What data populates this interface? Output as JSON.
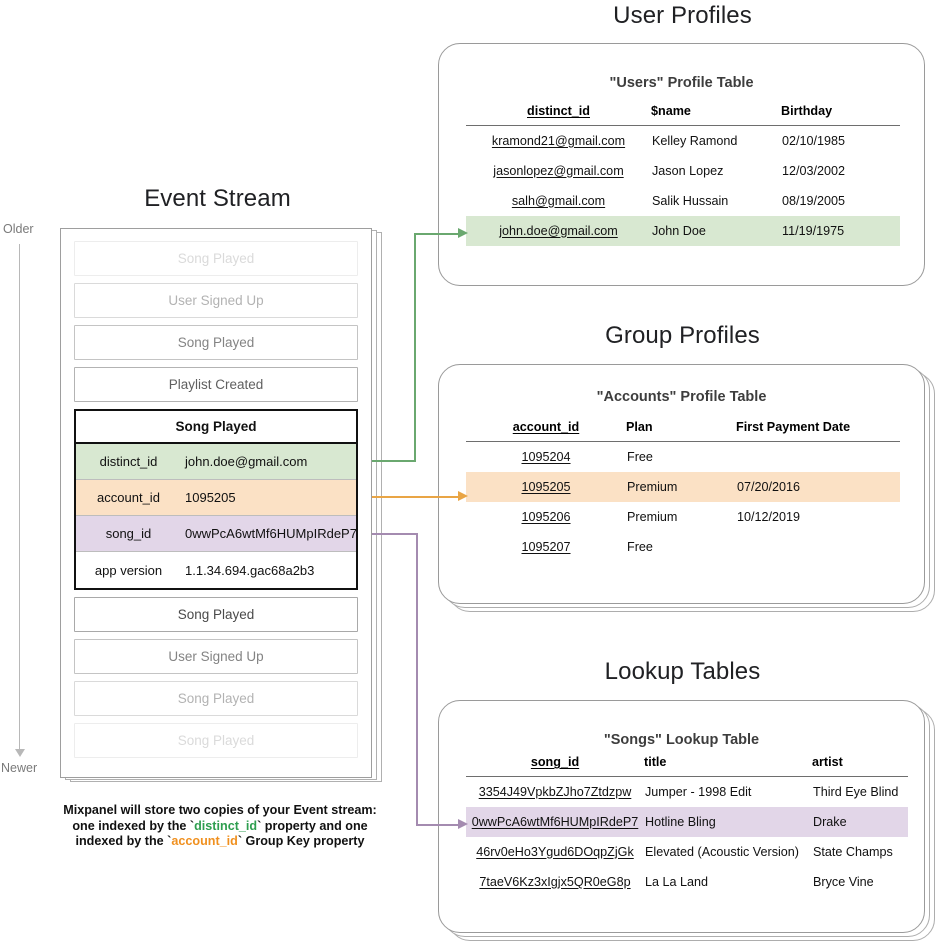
{
  "sections": {
    "event_stream_title": "Event Stream",
    "user_profiles_title": "User Profiles",
    "group_profiles_title": "Group Profiles",
    "lookup_tables_title": "Lookup Tables"
  },
  "timeline": {
    "older_label": "Older",
    "newer_label": "Newer"
  },
  "event_stream": {
    "cards_above": [
      {
        "label": "Song Played",
        "opacity": "o20"
      },
      {
        "label": "User Signed Up",
        "opacity": "o40"
      },
      {
        "label": "Song Played",
        "opacity": "o65"
      },
      {
        "label": "Playlist Created",
        "opacity": "o85"
      }
    ],
    "expanded_event": {
      "name": "Song Played",
      "properties": [
        {
          "key": "distinct_id",
          "value": "john.doe@gmail.com",
          "tone": "green"
        },
        {
          "key": "account_id",
          "value": "1095205",
          "tone": "orange"
        },
        {
          "key": "song_id",
          "value": "0wwPcA6wtMf6HUMpIRdeP7",
          "tone": "purple"
        },
        {
          "key": "app version",
          "value": "1.1.34.694.gac68a2b3",
          "tone": "plain"
        }
      ]
    },
    "cards_below": [
      {
        "label": "Song Played",
        "opacity": "o100"
      },
      {
        "label": "User Signed Up",
        "opacity": "o65"
      },
      {
        "label": "Song Played",
        "opacity": "o40"
      },
      {
        "label": "Song Played",
        "opacity": "o20"
      }
    ]
  },
  "caption": {
    "line1": "Mixpanel will store two copies of your Event stream:",
    "line2_pre": "one indexed by the `",
    "line2_green": "distinct_id",
    "line2_mid": "` property and one",
    "line3_pre": "indexed by the `",
    "line3_orange": "account_id",
    "line3_post": "` Group Key property"
  },
  "users_table": {
    "title": "\"Users\" Profile Table",
    "columns": [
      "distinct_id",
      "$name",
      "Birthday"
    ],
    "rows": [
      {
        "cells": [
          "kramond21@gmail.com",
          "Kelley Ramond",
          "02/10/1985"
        ],
        "highlight": ""
      },
      {
        "cells": [
          "jasonlopez@gmail.com",
          "Jason Lopez",
          "12/03/2002"
        ],
        "highlight": ""
      },
      {
        "cells": [
          "salh@gmail.com",
          "Salik Hussain",
          "08/19/2005"
        ],
        "highlight": ""
      },
      {
        "cells": [
          "john.doe@gmail.com",
          "John Doe",
          "11/19/1975"
        ],
        "highlight": "hl-green"
      }
    ]
  },
  "accounts_table": {
    "title": "\"Accounts\" Profile Table",
    "columns": [
      "account_id",
      "Plan",
      "First Payment Date"
    ],
    "rows": [
      {
        "cells": [
          "1095204",
          "Free",
          ""
        ],
        "highlight": ""
      },
      {
        "cells": [
          "1095205",
          "Premium",
          "07/20/2016"
        ],
        "highlight": "hl-orange"
      },
      {
        "cells": [
          "1095206",
          "Premium",
          "10/12/2019"
        ],
        "highlight": ""
      },
      {
        "cells": [
          "1095207",
          "Free",
          ""
        ],
        "highlight": ""
      }
    ]
  },
  "songs_table": {
    "title": "\"Songs\" Lookup Table",
    "columns": [
      "song_id",
      "title",
      "artist"
    ],
    "rows": [
      {
        "cells": [
          "3354J49VpkbZJho7Ztdzpw",
          "Jumper - 1998 Edit",
          "Third Eye Blind"
        ],
        "highlight": ""
      },
      {
        "cells": [
          "0wwPcA6wtMf6HUMpIRdeP7",
          "Hotline Bling",
          "Drake"
        ],
        "highlight": "hl-purple"
      },
      {
        "cells": [
          "46rv0eHo3Ygud6DOqpZjGk",
          "Elevated (Acoustic Version)",
          "State Champs"
        ],
        "highlight": ""
      },
      {
        "cells": [
          "7taeV6Kz3xIgjx5QR0eG8p",
          "La La Land",
          "Bryce Vine"
        ],
        "highlight": ""
      }
    ]
  },
  "colors": {
    "green": "#d8e8d1",
    "orange": "#fbe1c5",
    "purple": "#e2d6e8",
    "green_line": "#6aa86f",
    "orange_line": "#e9a545",
    "purple_line": "#a48bb0",
    "border": "#9a9a9a"
  }
}
